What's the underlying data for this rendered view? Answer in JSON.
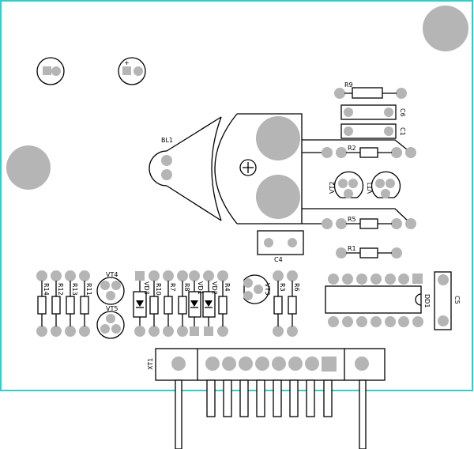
{
  "colors": {
    "board_edge": "#33cccc",
    "ink": "#000000",
    "pad": "#b5b5b5",
    "background": "#ffffff"
  },
  "labels": {
    "BL1": "BL1",
    "R9": "R9",
    "C6": "C6",
    "C1": "C1",
    "R2": "R2",
    "VT2": "VT2",
    "VT1": "VT1",
    "R5": "R5",
    "R1": "R1",
    "C4": "C4",
    "C5": "C5",
    "DD1": "DD1",
    "R14": "R14",
    "R12": "R12",
    "R13": "R13",
    "R11": "R11",
    "VT4": "VT4",
    "VT5": "VT5",
    "VD3": "VD3",
    "R10": "R10",
    "R7": "R7",
    "R8": "R8",
    "VD1": "VD1",
    "VD2": "VD2",
    "R4": "R4",
    "VT3": "VT3",
    "R3": "R3",
    "R6": "R6",
    "XT1": "XT1",
    "plus": "+"
  }
}
